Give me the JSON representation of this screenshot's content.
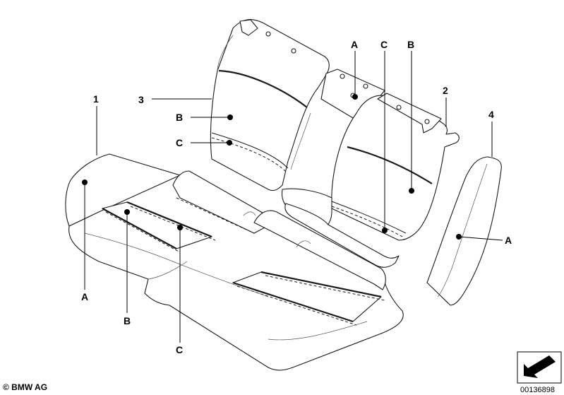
{
  "labels": {
    "part_1": "1",
    "part_2": "2",
    "part_3": "3",
    "part_4": "4",
    "backrest_left_b": "B",
    "backrest_left_c": "C",
    "backrest_right_a": "A",
    "backrest_right_c": "C",
    "backrest_right_b": "B",
    "cushion_a": "A",
    "cushion_b": "B",
    "cushion_c": "C",
    "side_a": "A"
  },
  "footer": {
    "copyright": "© BMW AG",
    "diagram_number": "00136898"
  },
  "icons": {
    "view_arrow": "arrow-icon"
  }
}
